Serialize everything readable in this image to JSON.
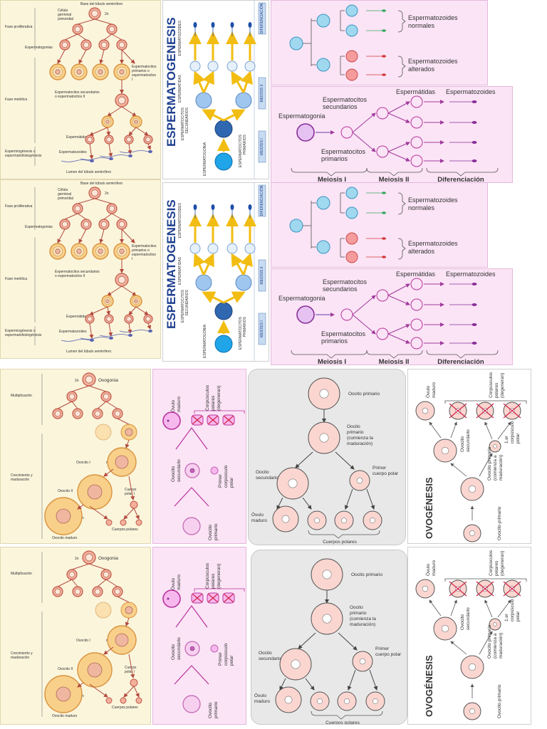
{
  "spermatogenesis_cream": {
    "top_label": "Base del túbulo seminífero",
    "germ_cells": "Célula germinal primordial",
    "two_n": "2n",
    "phase_proliferative": "Fase proliferativa",
    "spermatogonia": "Espermatogonias",
    "primary": "Espermatocitos primarios o espermatocitos I",
    "phase_meiotic": "Fase meiótica",
    "secondary": "Espermatocitos secundarios o espermatocitos II",
    "spermatids": "Espermátidas",
    "spermatogenesis": "Espermiogénesis o espermatohistogénesis",
    "spermatozoa": "Espermatozoides",
    "lumen": "Lumen del túbulo seminífero"
  },
  "spermatogenesis_white": {
    "title": "ESPERMATOGENESIS",
    "spermatozoa": "ESPERMATOZOIDES",
    "spermatids": "ESPERMATIDAS",
    "secondary": "ESPERMATOCITOS SECUNDARIOS",
    "primary": "ESPERMATOCITOS PRIMARIOS",
    "spermatogonia": "ESPERMATOGONIA",
    "diferenciacion": "DIFERENCIACIÓN",
    "meiosis2": "MEIOSIS II",
    "meiosis1": "MEIOSIS I"
  },
  "sperm_types": {
    "normal": "Espermatozoides normales",
    "altered": "Espermatozoides alterados"
  },
  "sperm_stages": {
    "spermatogonia": "Espermatogonia",
    "secondary": "Espermatocitos secundarios",
    "primary": "Espermatocitos primarios",
    "spermatids": "Espermátidas",
    "spermatozoa": "Espermatozoides",
    "meiosis1": "Meiosis I",
    "meiosis2": "Meiosis II",
    "differentiation": "Diferenciación"
  },
  "oogenesis_cream": {
    "two_n": "2n",
    "oogonia": "Ovogonia",
    "multiplication": "Multiplicación",
    "oocyte1": "Ovocito I",
    "n": "n",
    "growth": "Crecimiento y maduración",
    "oocyte2": "Ovocito II",
    "polar1": "Cuerpo polar I",
    "mature": "Ovocito maduro",
    "polars": "Cuerpos polares"
  },
  "oogenesis_pink": {
    "mature_ovule": "Óvulo maduro",
    "polar_bodies": "Corpúsculos polares (degeneran)",
    "secondary_oocyte": "Ovocito secundario",
    "first_polar": "Primer corpúsculo polar",
    "primary_oocyte": "Ovocito primario"
  },
  "oogenesis_grey": {
    "primary": "Oocito primario",
    "primary_maturing": "Oocito primario (comienza la maduración)",
    "secondary": "Oocito secundario",
    "first_polar": "Primer cuerpo polar",
    "ovule": "Óvulo maduro",
    "polars": "Cuerpos polares"
  },
  "oogenesis_white": {
    "title": "OVOGÉNESIS",
    "ovule": "Óvulo maduro",
    "polars": "Corpúsculos polares (degeneran)",
    "secondary": "Ovocito secundario",
    "first_polar": "1.er corpúsculo polar",
    "primary_maturing": "Ovocito primario (comienza a maduración)",
    "primary": "Ovocito primario"
  }
}
